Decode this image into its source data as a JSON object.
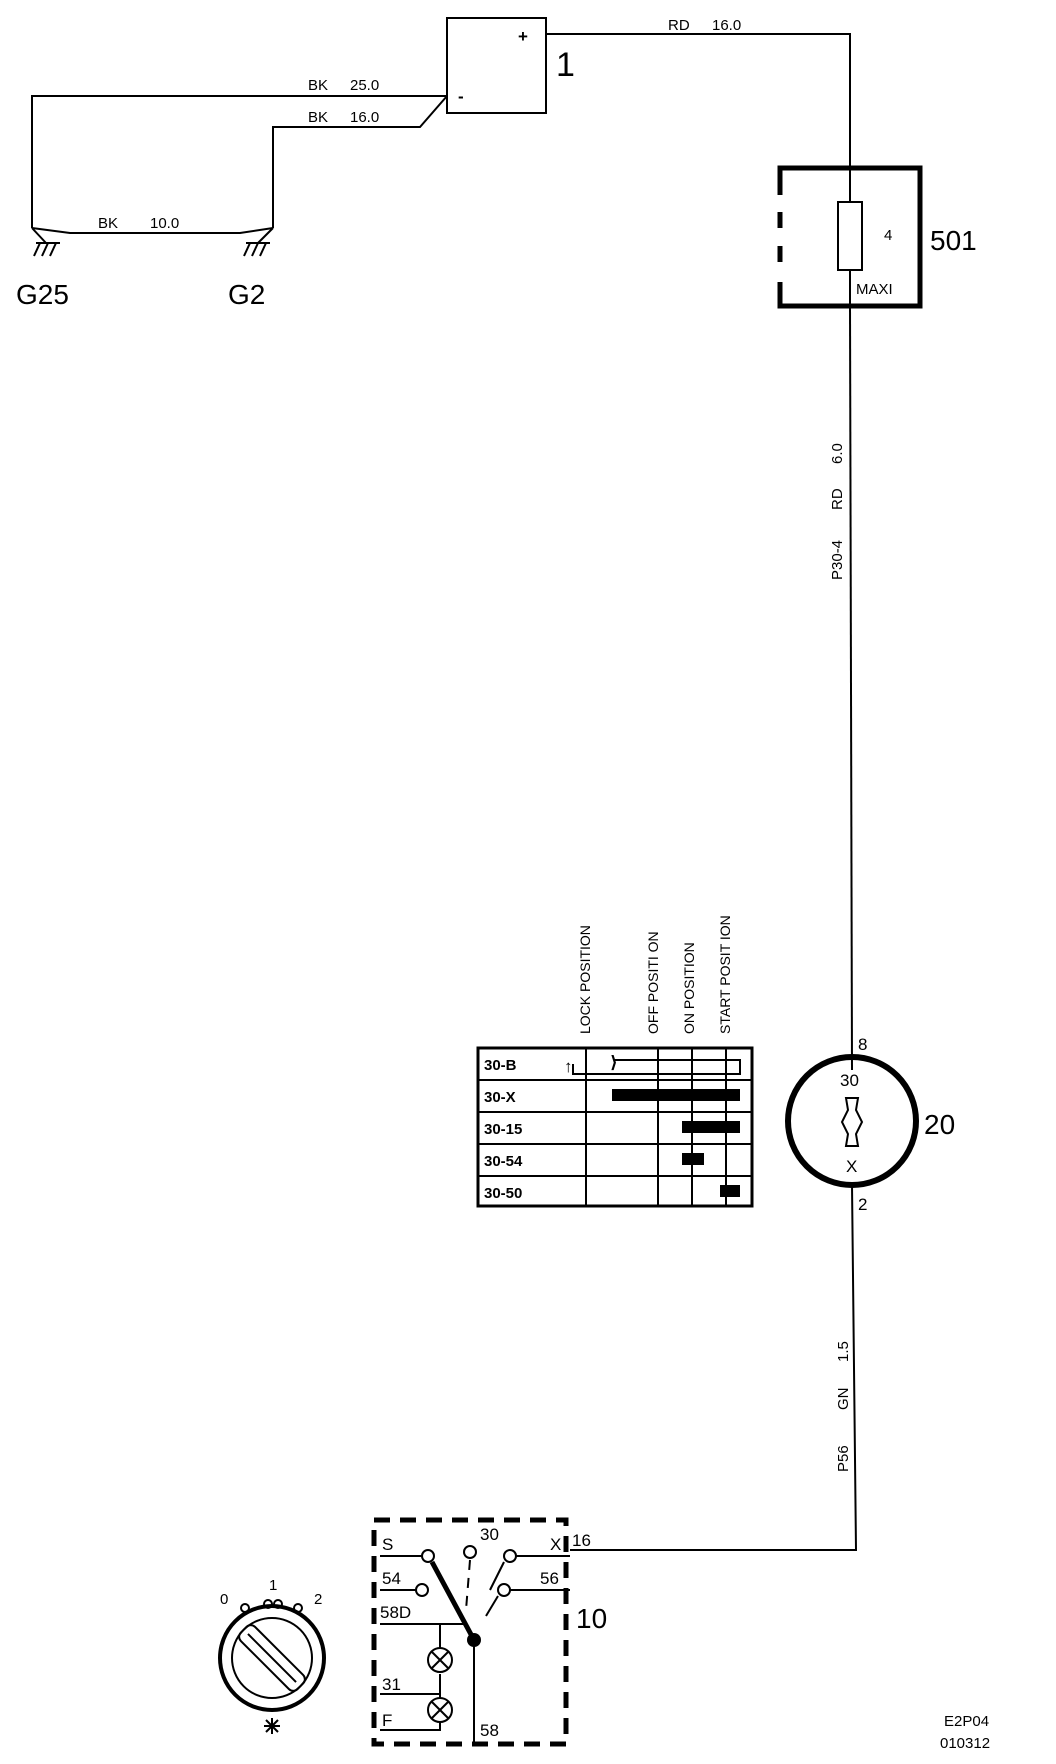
{
  "components": {
    "battery": {
      "number": "1",
      "plus": "+",
      "minus": "-"
    },
    "maxi_fuse": {
      "number": "501",
      "pin": "4",
      "type": "MAXI"
    },
    "ignition_switch": {
      "number": "20",
      "pin_in": "8",
      "pin_out": "2",
      "term_in": "30",
      "term_out": "X"
    },
    "light_switch": {
      "number": "10",
      "terminals": {
        "s": "S",
        "t54": "54",
        "t58d": "58D",
        "t31": "31",
        "f": "F",
        "t30": "30",
        "x": "X",
        "t56": "56",
        "t58": "58"
      },
      "pin_x": "16"
    },
    "knob": {
      "pos0": "0",
      "pos1": "1",
      "pos2": "2"
    }
  },
  "grounds": {
    "g25": "G25",
    "g2": "G2"
  },
  "wires": {
    "bk25": {
      "color": "BK",
      "size": "25.0"
    },
    "bk16": {
      "color": "BK",
      "size": "16.0"
    },
    "bk10": {
      "color": "BK",
      "size": "10.0"
    },
    "rd16": {
      "color": "RD",
      "size": "16.0"
    },
    "p30_4": {
      "code": "P30-4",
      "color": "RD",
      "size": "6.0"
    },
    "p56": {
      "code": "P56",
      "color": "GN",
      "size": "1.5"
    }
  },
  "switch_table": {
    "headers": [
      "LOCK POSITION",
      "OFF POSITI ON",
      "ON POSITION",
      "START POSIT ION"
    ],
    "rows": [
      "30-B",
      "30-X",
      "30-15",
      "30-54",
      "30-50"
    ],
    "lock_arrow": "↑",
    "lock_mark": "⟩"
  },
  "footer": {
    "code": "E2P04",
    "date": "010312"
  }
}
